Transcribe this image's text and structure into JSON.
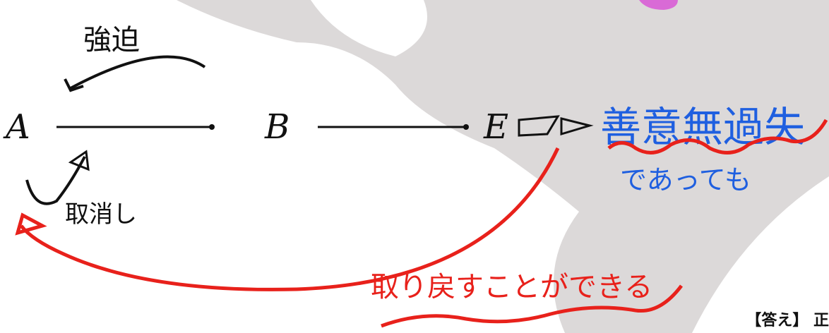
{
  "nodes": {
    "a": "A",
    "b": "B",
    "e": "E"
  },
  "labels": {
    "coercion": "強迫",
    "rescission": "取消し",
    "good_faith": "善意無過失",
    "even_if": "であっても",
    "can_reclaim": "取り戻すことができる"
  },
  "footer": {
    "answer": "【答え】 正"
  },
  "colors": {
    "ink": "#111111",
    "red": "#e8211b",
    "blue": "#1f5fe0",
    "background_shape": "#d9d6d6",
    "pink": "#d96ad6"
  }
}
